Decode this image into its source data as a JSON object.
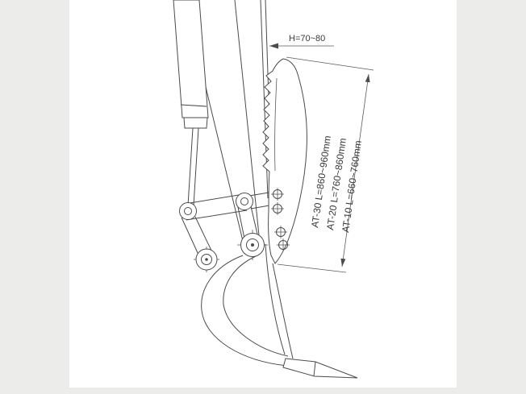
{
  "colors": {
    "background": "#ececea",
    "paper": "#ffffff",
    "line": "#4b4b4b"
  },
  "diagram": {
    "h_dimension_label": "H=70~80",
    "length_labels": [
      "AT-30 L=860~960mm",
      "AT-20 L=760~860mm",
      "AT-10 L=660~760mm"
    ]
  }
}
